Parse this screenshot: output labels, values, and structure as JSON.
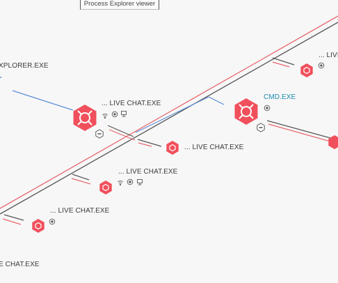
{
  "viewer_title": "Process Explorer viewer",
  "processes": [
    {
      "label": "XPLORER.EXE"
    },
    {
      "label": "... LIVE CHAT.EXE"
    },
    {
      "label": "... LIVE CHAT.EXE"
    },
    {
      "label": "... LIVE CHAT.EXE"
    },
    {
      "label": "... LIVE CHAT.EXE"
    },
    {
      "label": "E CHAT.EXE"
    },
    {
      "label": "CMD.EXE"
    },
    {
      "label": "... LIVE"
    }
  ],
  "colors": {
    "node": "#f0505c",
    "node_dark": "#d83848",
    "link_red": "#e8666e",
    "link_gray": "#555555",
    "link_blue": "#5b8fd8",
    "selected_label": "#1d8ab0"
  },
  "icons": [
    "wifi-icon",
    "network-icon",
    "monitor-icon",
    "minus-circle-icon"
  ]
}
